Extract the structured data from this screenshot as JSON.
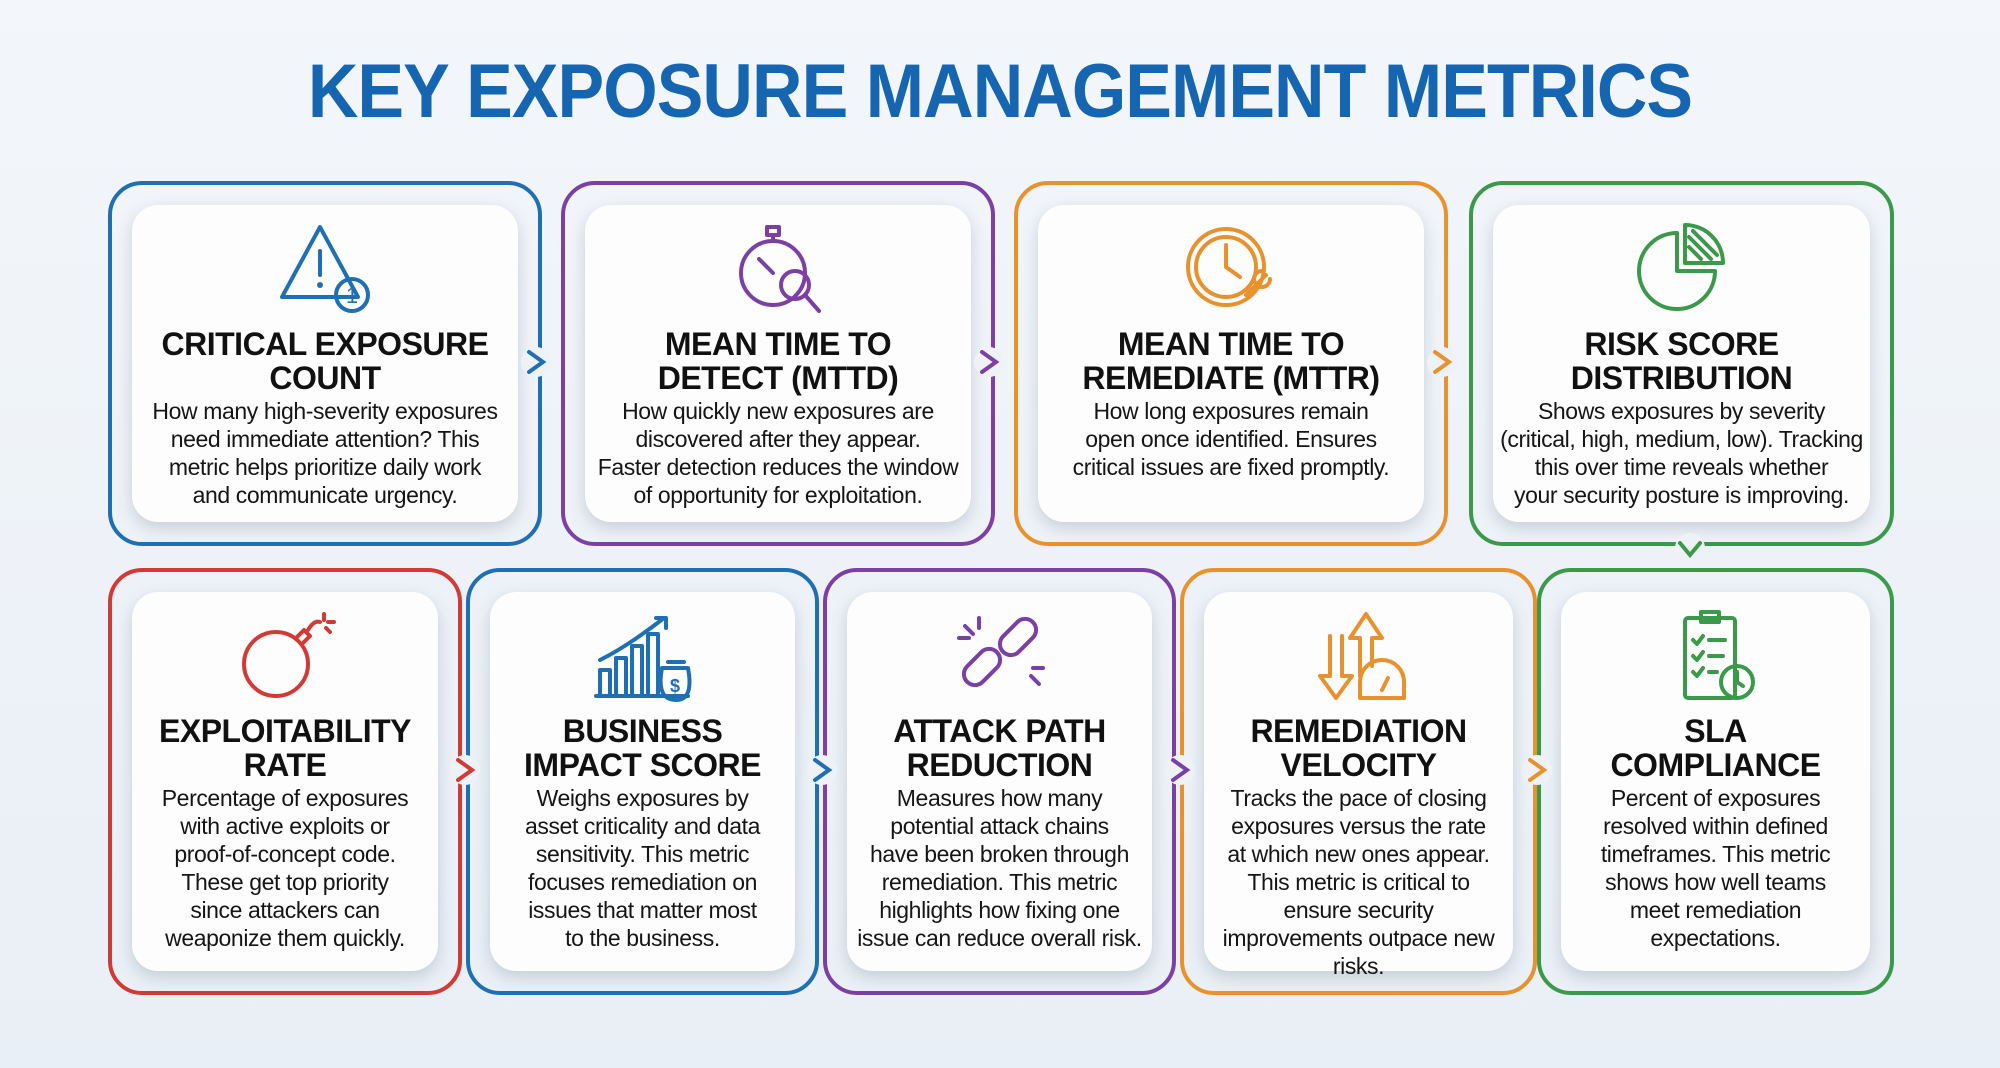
{
  "title": "KEY EXPOSURE MANAGEMENT METRICS",
  "colors": {
    "blue": "#1f6fb5",
    "purple": "#7b3fa6",
    "orange": "#e8912d",
    "green": "#3a9a4a",
    "red": "#d23a35",
    "title": "#1565b0"
  },
  "cards": [
    {
      "id": "critical-exposure-count",
      "icon": "warning-triangle-icon",
      "color": "#1f6fb5",
      "heading": [
        "CRITICAL EXPOSURE",
        "COUNT"
      ],
      "body": [
        "How many high-severity exposures",
        "need immediate attention? This",
        "metric helps prioritize daily work",
        "and communicate urgency."
      ]
    },
    {
      "id": "mean-time-to-detect",
      "icon": "stopwatch-magnifier-icon",
      "color": "#7b3fa6",
      "heading": [
        "MEAN TIME TO",
        "DETECT (MTTD)"
      ],
      "body": [
        "How quickly new exposures are",
        "discovered after they appear.",
        "Faster detection reduces the window",
        "of opportunity for exploitation."
      ]
    },
    {
      "id": "mean-time-to-remediate",
      "icon": "clock-wrench-icon",
      "color": "#e8912d",
      "heading": [
        "MEAN TIME TO",
        "REMEDIATE (MTTR)"
      ],
      "body": [
        "How long exposures remain",
        "open once identified. Ensures",
        "critical issues are fixed promptly."
      ]
    },
    {
      "id": "risk-score-distribution",
      "icon": "pie-chart-icon",
      "color": "#3a9a4a",
      "heading": [
        "RISK SCORE",
        "DISTRIBUTION"
      ],
      "body": [
        "Shows exposures by severity",
        "(critical, high, medium, low). Tracking",
        "this over time reveals whether",
        "your security posture is improving."
      ]
    },
    {
      "id": "exploitability-rate",
      "icon": "bomb-icon",
      "color": "#d23a35",
      "heading": [
        "EXPLOITABILITY",
        "RATE"
      ],
      "body": [
        "Percentage of exposures",
        "with active exploits or",
        "proof-of-concept code.",
        "These get top priority",
        "since attackers can",
        "weaponize them quickly."
      ]
    },
    {
      "id": "business-impact-score",
      "icon": "bar-chart-money-icon",
      "color": "#1f6fb5",
      "heading": [
        "BUSINESS",
        "IMPACT SCORE"
      ],
      "body": [
        "Weighs exposures by",
        "asset criticality and data",
        "sensitivity. This metric",
        "focuses remediation on",
        "issues that matter most",
        "to the business."
      ]
    },
    {
      "id": "attack-path-reduction",
      "icon": "broken-chain-icon",
      "color": "#7b3fa6",
      "heading": [
        "ATTACK PATH",
        "REDUCTION"
      ],
      "body": [
        "Measures how many",
        "potential attack chains",
        "have been broken through",
        "remediation. This metric",
        "highlights how fixing one",
        "issue can reduce overall risk."
      ]
    },
    {
      "id": "remediation-velocity",
      "icon": "arrows-speedometer-icon",
      "color": "#e8912d",
      "heading": [
        "REMEDIATION",
        "VELOCITY"
      ],
      "body": [
        "Tracks the pace of closing",
        "exposures versus the rate",
        "at which new ones appear.",
        "This metric is critical to",
        "ensure security",
        "improvements outpace new",
        "risks."
      ]
    },
    {
      "id": "sla-compliance",
      "icon": "clipboard-clock-icon",
      "color": "#3a9a4a",
      "heading": [
        "SLA",
        "COMPLIANCE"
      ],
      "body": [
        "Percent of exposures",
        "resolved within defined",
        "timeframes. This metric",
        "shows how well teams",
        "meet remediation",
        "expectations."
      ]
    }
  ]
}
